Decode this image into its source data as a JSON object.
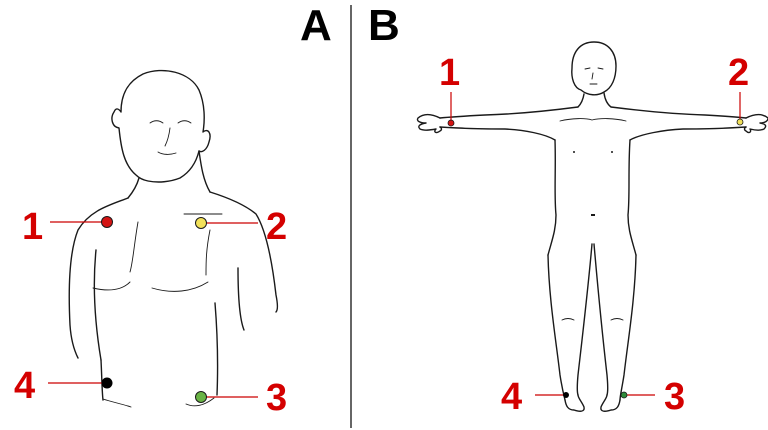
{
  "panels": [
    {
      "id": "A",
      "label": "A"
    },
    {
      "id": "B",
      "label": "B"
    }
  ],
  "electrodes": {
    "A": [
      {
        "label": "1",
        "color": "#d41414"
      },
      {
        "label": "2",
        "color": "#f2e15a"
      },
      {
        "label": "3",
        "color": "#69b345"
      },
      {
        "label": "4",
        "color": "#000000"
      }
    ],
    "B": [
      {
        "label": "1",
        "color": "#d41414"
      },
      {
        "label": "2",
        "color": "#f2e15a"
      },
      {
        "label": "3",
        "color": "#2e8b3a"
      },
      {
        "label": "4",
        "color": "#000000"
      }
    ]
  },
  "colors": {
    "label": "#d40000",
    "lead_line": "#cc0000",
    "outline": "#1a1a1a",
    "divider": "#000000"
  }
}
